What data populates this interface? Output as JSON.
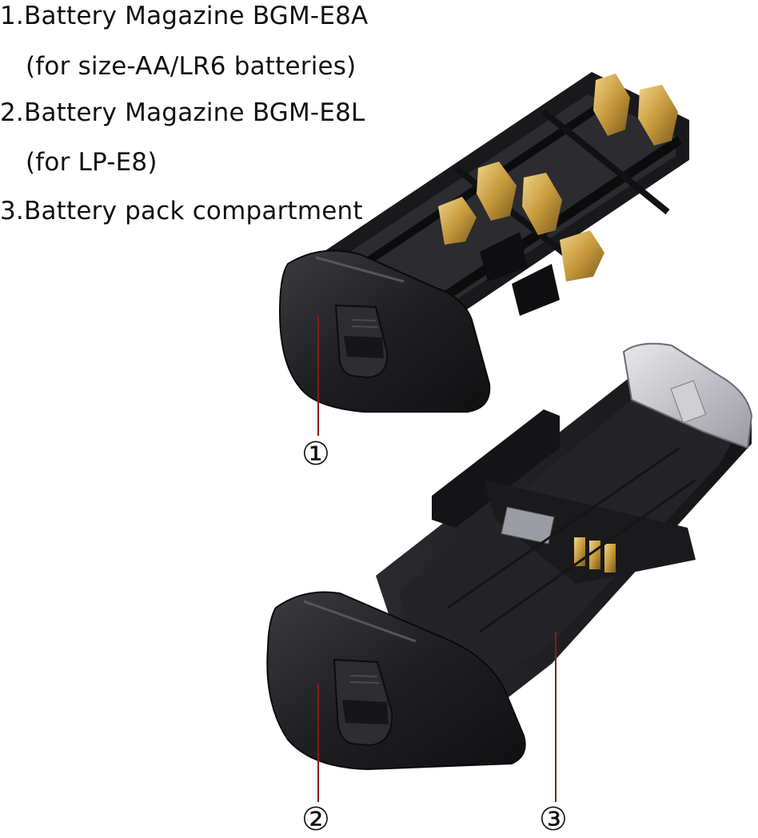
{
  "captions": [
    "1.Battery Magazine BGM-E8A",
    "(for size-AA/LR6 batteries)",
    "2.Battery Magazine BGM-E8L",
    "(for LP-E8)",
    "3.Battery pack compartment"
  ],
  "markers": {
    "m1": "①",
    "m2": "②",
    "m3": "③"
  },
  "colors": {
    "plastic": "#1c1c1e",
    "plastic_light": "#3a3a3e",
    "contacts": "#c9a24a",
    "leader_line": "#8b1a1a"
  }
}
